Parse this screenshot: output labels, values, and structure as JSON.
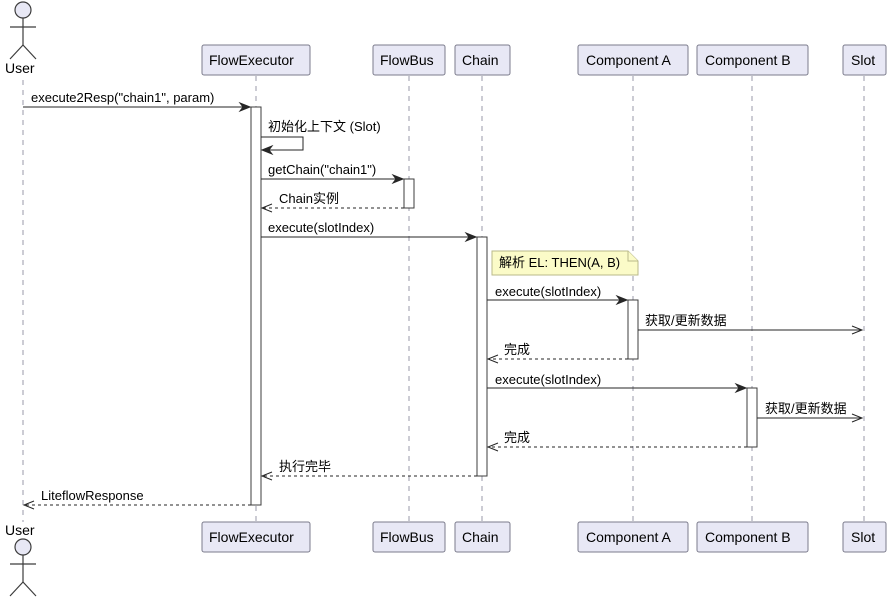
{
  "participants": {
    "user": "User",
    "flow_executor": "FlowExecutor",
    "flow_bus": "FlowBus",
    "chain": "Chain",
    "component_a": "Component A",
    "component_b": "Component B",
    "slot": "Slot"
  },
  "messages": [
    "execute2Resp(\"chain1\", param)",
    "初始化上下文 (Slot)",
    "getChain(\"chain1\")",
    "Chain实例",
    "execute(slotIndex)",
    "execute(slotIndex)",
    "获取/更新数据",
    "完成",
    "execute(slotIndex)",
    "获取/更新数据",
    "完成",
    "执行完毕",
    "LiteflowResponse"
  ],
  "note": "解析 EL: THEN(A, B)",
  "colors": {
    "participant_fill": "#e8e8f5",
    "participant_border": "#7b7b8c",
    "note_fill": "#fbfbc8",
    "line": "#262626"
  }
}
